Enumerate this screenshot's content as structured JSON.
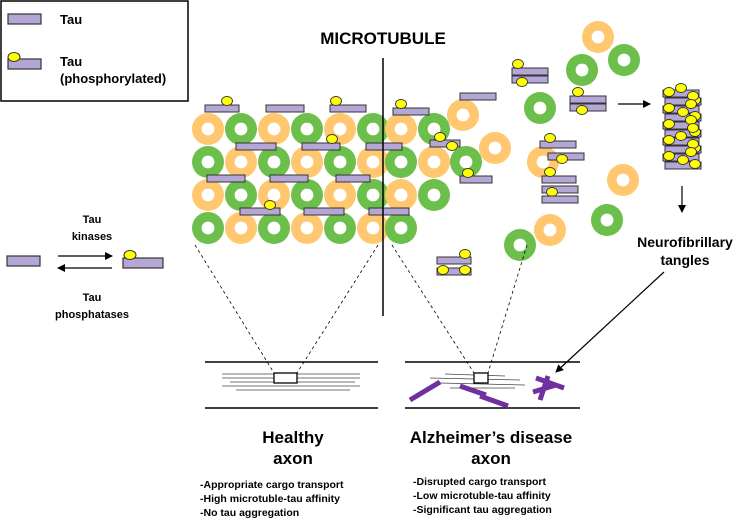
{
  "legend": {
    "tau_label": "Tau",
    "tau_phos_label_line1": "Tau",
    "tau_phos_label_line2": "(phosphorylated)"
  },
  "title": "MICROTUBULE",
  "kinase_panel": {
    "kinases_line1": "Tau",
    "kinases_line2": "kinases",
    "phosphatases_line1": "Tau",
    "phosphatases_line2": "phosphatases"
  },
  "tangles_label_line1": "Neurofibrillary",
  "tangles_label_line2": "tangles",
  "healthy": {
    "title_line1": "Healthy",
    "title_line2": "axon",
    "points": [
      "-Appropriate cargo transport",
      "-High microtuble-tau affinity",
      "-No tau aggregation"
    ]
  },
  "disease": {
    "title_line1": "Alzheimer’s disease",
    "title_line2": "axon",
    "points": [
      "-Disrupted cargo transport",
      "-Low microtuble-tau affinity",
      "-Significant tau aggregation"
    ]
  },
  "colors": {
    "tau_fill": "#b4a7d6",
    "tau_stroke": "#333333",
    "phosphate": "#ffff00",
    "tubulin_orange": "#ffc870",
    "tubulin_green": "#6cbf4a",
    "aggregate_purple": "#7030a0"
  }
}
